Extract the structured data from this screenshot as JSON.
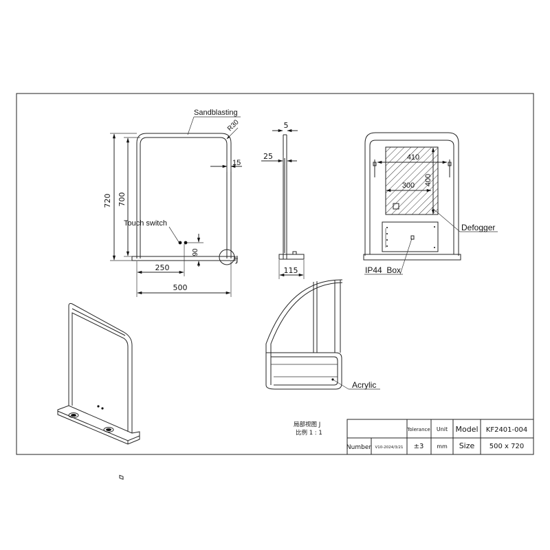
{
  "front_view": {
    "label_sandblasting": "Sandblasting",
    "label_radius": "R30",
    "dim_border": "15",
    "dim_height_outer": "720",
    "dim_height_inner": "700",
    "label_touch_switch": "Touch switch",
    "dim_switch_height": "90",
    "dim_switch_offset": "250",
    "dim_width": "500",
    "detail_marker": "J"
  },
  "side_view": {
    "dim_thickness": "5",
    "dim_frame": "25",
    "dim_base_depth": "115"
  },
  "back_view": {
    "dim_defogger_width": "410",
    "dim_defogger_inner": "300",
    "dim_defogger_height": "400",
    "label_defogger": "Defogger",
    "label_box": "IP44  Box"
  },
  "detail_view": {
    "label_acrylic": "Acrylic",
    "caption_line1": "局部视图 J",
    "caption_line2": "比例 1 : 1"
  },
  "title_block": {
    "h_tolerance": "Tolerance",
    "h_unit": "Unit",
    "h_model": "Model",
    "model_value": "KF2401-004",
    "number_label": "Number",
    "version_value": "V10-2024/3/21",
    "tolerance_value": "±3",
    "unit_value": "mm",
    "size_label": "Size",
    "size_value": "500 x 720"
  }
}
